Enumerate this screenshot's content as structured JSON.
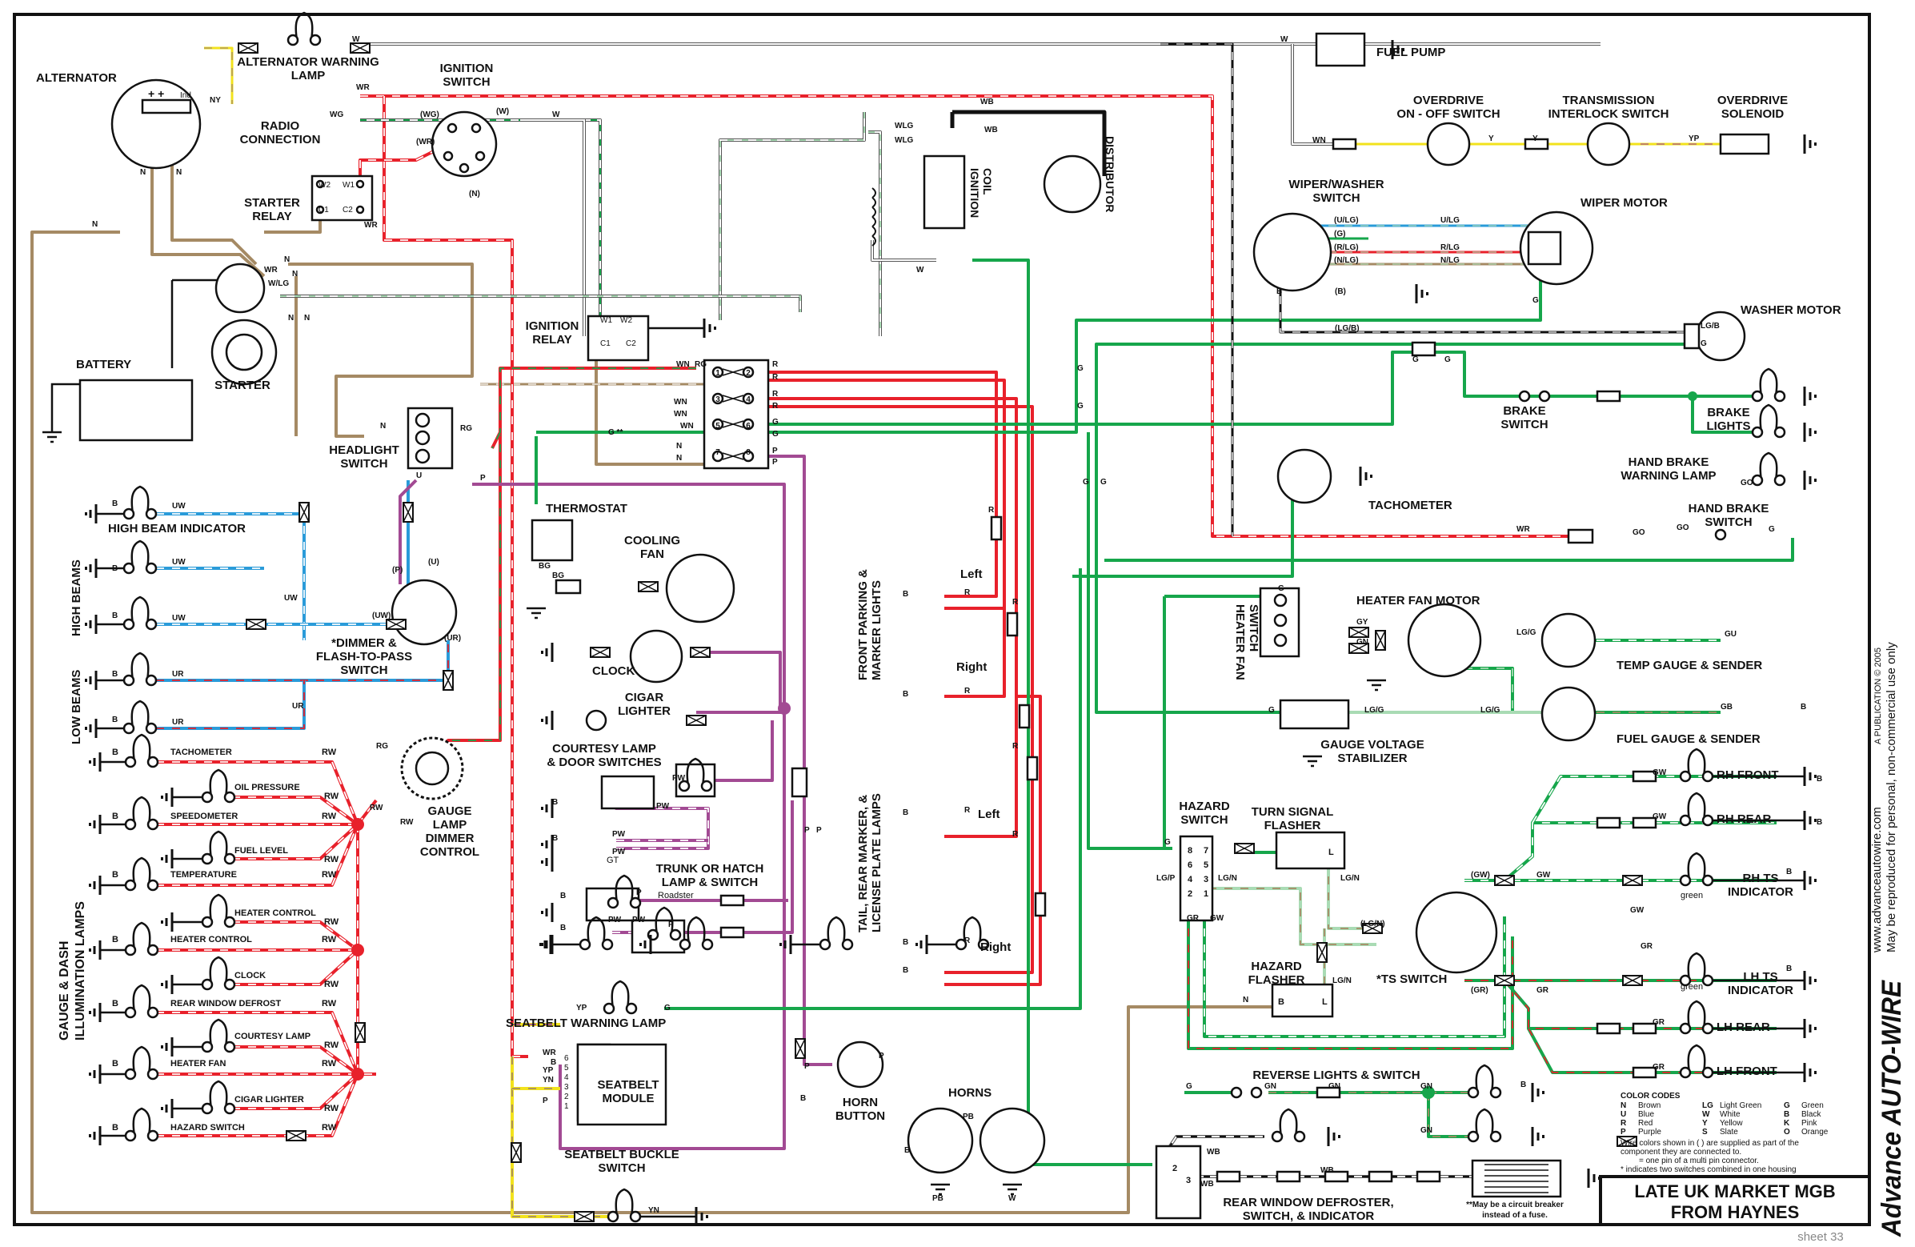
{
  "title": {
    "line1": "LATE UK MARKET MGB",
    "line2": "FROM HAYNES"
  },
  "sheet": "sheet 33",
  "publisher": {
    "website": "www.advanceautowire.com",
    "publication": "A PUBLICATION © 2005",
    "notice": "May be reproduced for personal, non-commercial use only",
    "logo": "Advance AUTO-WIRE"
  },
  "footnote": [
    "**May be a circuit breaker",
    "instead of a fuse."
  ],
  "colors": {
    "brown": "#a58a64",
    "green": "#16a64b",
    "red": "#e8212b",
    "blue": "#2a9bd9",
    "purple": "#a24a93",
    "yellow": "#f2e21c",
    "light_green": "#a9dbb4",
    "black": "#111111",
    "white": "#ffffff",
    "gray": "#999999"
  },
  "components": {
    "alternator": [
      "ALTERNATOR"
    ],
    "alternator_terminals": [
      "+ +",
      "Ind"
    ],
    "alt_warning_lamp": [
      "ALTERNATOR WARNING",
      "LAMP"
    ],
    "ignition_switch": [
      "IGNITION",
      "SWITCH"
    ],
    "radio_connection": [
      "RADIO",
      "CONNECTION"
    ],
    "starter_relay": [
      "STARTER",
      "RELAY"
    ],
    "starter_relay_pins": [
      "W2",
      "W1",
      "C1",
      "C2"
    ],
    "battery": [
      "BATTERY"
    ],
    "starter": [
      "STARTER"
    ],
    "headlight_switch": [
      "HEADLIGHT",
      "SWITCH"
    ],
    "high_beam_indicator": [
      "HIGH BEAM INDICATOR"
    ],
    "high_beams": [
      "HIGH BEAMS"
    ],
    "low_beams": [
      "LOW BEAMS"
    ],
    "dimmer_switch": [
      "*DIMMER &",
      "FLASH-TO-PASS",
      "SWITCH"
    ],
    "gauge_lamp_dimmer": [
      "GAUGE",
      "LAMP",
      "DIMMER",
      "CONTROL"
    ],
    "ignition_relay": [
      "IGNITION",
      "RELAY"
    ],
    "ignition_relay_pins": [
      "W1",
      "W2",
      "C1",
      "C2"
    ],
    "thermostat": [
      "THERMOSTAT"
    ],
    "cooling_fan": [
      "COOLING",
      "FAN"
    ],
    "clock": [
      "CLOCK"
    ],
    "cigar_lighter": [
      "CIGAR",
      "LIGHTER"
    ],
    "courtesy_lamp": [
      "COURTESY LAMP",
      "& DOOR SWITCHES"
    ],
    "trunk_lamp": [
      "TRUNK OR HATCH",
      "LAMP & SWITCH"
    ],
    "trunk_gt": [
      "GT"
    ],
    "trunk_roadster": [
      "Roadster"
    ],
    "seatbelt_warning_lamp": [
      "SEATBELT WARNING LAMP"
    ],
    "seatbelt_module": [
      "SEATBELT",
      "MODULE"
    ],
    "seatbelt_module_pins": [
      "6",
      "5",
      "4",
      "3",
      "2",
      "1"
    ],
    "seatbelt_buckle": [
      "SEATBELT BUCKLE",
      "SWITCH"
    ],
    "horn_button": [
      "HORN",
      "BUTTON"
    ],
    "horns": [
      "HORNS"
    ],
    "front_parking": [
      "FRONT PARKING &",
      "MARKER LIGHTS"
    ],
    "tail_lamps": [
      "TAIL, REAR MARKER, &",
      "LICENSE PLATE LAMPS"
    ],
    "side_labels": [
      "Left",
      "Right",
      "Left",
      "Right"
    ],
    "ignition_coil": [
      "IGNITION",
      "COIL"
    ],
    "distributor": [
      "DISTRIBUTOR"
    ],
    "fuel_pump": [
      "FUEL PUMP"
    ],
    "overdrive_switch": [
      "OVERDRIVE",
      "ON - OFF SWITCH"
    ],
    "transmission_interlock": [
      "TRANSMISSION",
      "INTERLOCK SWITCH"
    ],
    "overdrive_solenoid": [
      "OVERDRIVE",
      "SOLENOID"
    ],
    "wiper_washer_switch": [
      "WIPER/WASHER",
      "SWITCH"
    ],
    "wiper_motor": [
      "WIPER MOTOR"
    ],
    "washer_motor": [
      "WASHER MOTOR"
    ],
    "brake_switch": [
      "BRAKE",
      "SWITCH"
    ],
    "brake_lights": [
      "BRAKE",
      "LIGHTS"
    ],
    "hand_brake_lamp": [
      "HAND BRAKE",
      "WARNING LAMP"
    ],
    "hand_brake_switch": [
      "HAND BRAKE",
      "SWITCH"
    ],
    "tachometer": [
      "TACHOMETER"
    ],
    "heater_fan_motor": [
      "HEATER FAN MOTOR"
    ],
    "heater_fan_switch": [
      "HEATER FAN",
      "SWITCH"
    ],
    "temp_gauge": [
      "TEMP GAUGE & SENDER"
    ],
    "fuel_gauge": [
      "FUEL GAUGE & SENDER"
    ],
    "gauge_stabilizer": [
      "GAUGE VOLTAGE",
      "STABILIZER"
    ],
    "hazard_switch": [
      "HAZARD",
      "SWITCH"
    ],
    "hazard_switch_pins": [
      "8",
      "7",
      "6",
      "5",
      "4",
      "3",
      "2",
      "1"
    ],
    "turn_signal_flasher": [
      "TURN SIGNAL",
      "FLASHER"
    ],
    "hazard_flasher": [
      "HAZARD",
      "FLASHER"
    ],
    "flasher_pins": [
      "L",
      "B",
      "L"
    ],
    "ts_switch": [
      "*TS SWITCH"
    ],
    "rh_front": [
      "RH FRONT"
    ],
    "rh_rear": [
      "RH REAR"
    ],
    "rh_ts": [
      "RH TS",
      "INDICATOR"
    ],
    "lh_ts": [
      "LH TS",
      "INDICATOR"
    ],
    "lh_rear": [
      "LH REAR"
    ],
    "lh_front": [
      "LH FRONT"
    ],
    "indicator_color": [
      "green",
      "green"
    ],
    "reverse_lights": [
      "REVERSE LIGHTS & SWITCH"
    ],
    "rear_defroster": [
      "REAR WINDOW DEFROSTER,",
      "SWITCH, & INDICATOR"
    ],
    "defroster_switch_pins": [
      "2",
      "3"
    ],
    "fuse_block_pins": [
      "1",
      "2",
      "3",
      "4",
      "5",
      "6",
      "7",
      "8"
    ]
  },
  "gauge_lamps": {
    "group_label": [
      "GAUGE  & DASH",
      "ILLUMINATION LAMPS"
    ],
    "ground_code": "B",
    "wire_code": "RW",
    "items": [
      "TACHOMETER",
      "OIL PRESSURE",
      "SPEEDOMETER",
      "FUEL LEVEL",
      "TEMPERATURE",
      "HEATER CONTROL",
      "HEATER CONTROL",
      "CLOCK",
      "REAR WINDOW DEFROST",
      "COURTESY LAMP",
      "HEATER FAN",
      "CIGAR LIGHTER",
      "HAZARD SWITCH"
    ]
  },
  "wire_labels": [
    "NY",
    "W",
    "WR",
    "WG",
    "(WG)",
    "(W)",
    "W",
    "(WR)",
    "(N)",
    "WR",
    "N",
    "N",
    "N",
    "WR",
    "W/LG",
    "N",
    "N",
    "N",
    "N",
    "N",
    "RG",
    "P",
    "U",
    "UW",
    "B",
    "UW",
    "B",
    "UW",
    "UW",
    "B",
    "(UW)",
    "(P)",
    "(U)",
    "(UR)",
    "B",
    "UR",
    "UR",
    "B",
    "UR",
    "RG",
    "RW",
    "RW",
    "WB",
    "WB",
    "WLG",
    "WLG",
    "W",
    "W",
    "WN",
    "Y",
    "Y",
    "YP",
    "(U/LG)",
    "(G)",
    "(R/LG)",
    "(N/LG)",
    "U/LG",
    "R/LG",
    "N/LG",
    "(B)",
    "(LG/B)",
    "G",
    "LG/B",
    "G",
    "G",
    "G",
    "G",
    "G",
    "G",
    "G",
    "WR",
    "GO",
    "GO",
    "G",
    "GO",
    "G",
    "GY",
    "GN",
    "LG/G",
    "GU",
    "G",
    "LG/G",
    "LG/G",
    "GB",
    "B",
    "GW",
    "B",
    "GW",
    "B",
    "(GW)",
    "GW",
    "B",
    "GW",
    "GR",
    "(GR)",
    "GR",
    "B",
    "GR",
    "GR",
    "G",
    "LG/P",
    "LG/N",
    "LG/N",
    "(LG/N)",
    "LG/N",
    "N",
    "GR",
    "GW",
    "G",
    "GN",
    "GN",
    "GN",
    "GN",
    "WB",
    "WB",
    "WB",
    "R",
    "R",
    "R",
    "R",
    "G",
    "G",
    "P",
    "P",
    "RG",
    "WN",
    "WN",
    "WN",
    "WN",
    "N",
    "N",
    "G **",
    "BG",
    "BG",
    "R",
    "B",
    "R",
    "B",
    "R",
    "R",
    "R",
    "R",
    "B",
    "R",
    "B",
    "R",
    "B",
    "B",
    "B",
    "PW",
    "PW",
    "PW",
    "PW",
    "B",
    "B",
    "P",
    "PW",
    "PW",
    "P",
    "YP",
    "G",
    "WR",
    "B",
    "YP",
    "YN",
    "P",
    "YN",
    "B",
    "P",
    "P",
    "P",
    "P",
    "PB",
    "PB",
    "B",
    "W",
    "B",
    "B"
  ],
  "color_codes": {
    "heading": "COLOR CODES",
    "entries": [
      {
        "code": "N",
        "name": "Brown"
      },
      {
        "code": "LG",
        "name": "Light Green"
      },
      {
        "code": "G",
        "name": "Green"
      },
      {
        "code": "U",
        "name": "Blue"
      },
      {
        "code": "W",
        "name": "White"
      },
      {
        "code": "B",
        "name": "Black"
      },
      {
        "code": "R",
        "name": "Red"
      },
      {
        "code": "Y",
        "name": "Yellow"
      },
      {
        "code": "K",
        "name": "Pink"
      },
      {
        "code": "P",
        "name": "Purple"
      },
      {
        "code": "S",
        "name": "Slate"
      },
      {
        "code": "O",
        "name": "Orange"
      }
    ],
    "notes": [
      "Wire colors shown in ( ) are supplied as part of the",
      "component they are connected to.",
      "= one pin of a multi pin connector.",
      "* indicates two switches combined in one housing"
    ]
  }
}
